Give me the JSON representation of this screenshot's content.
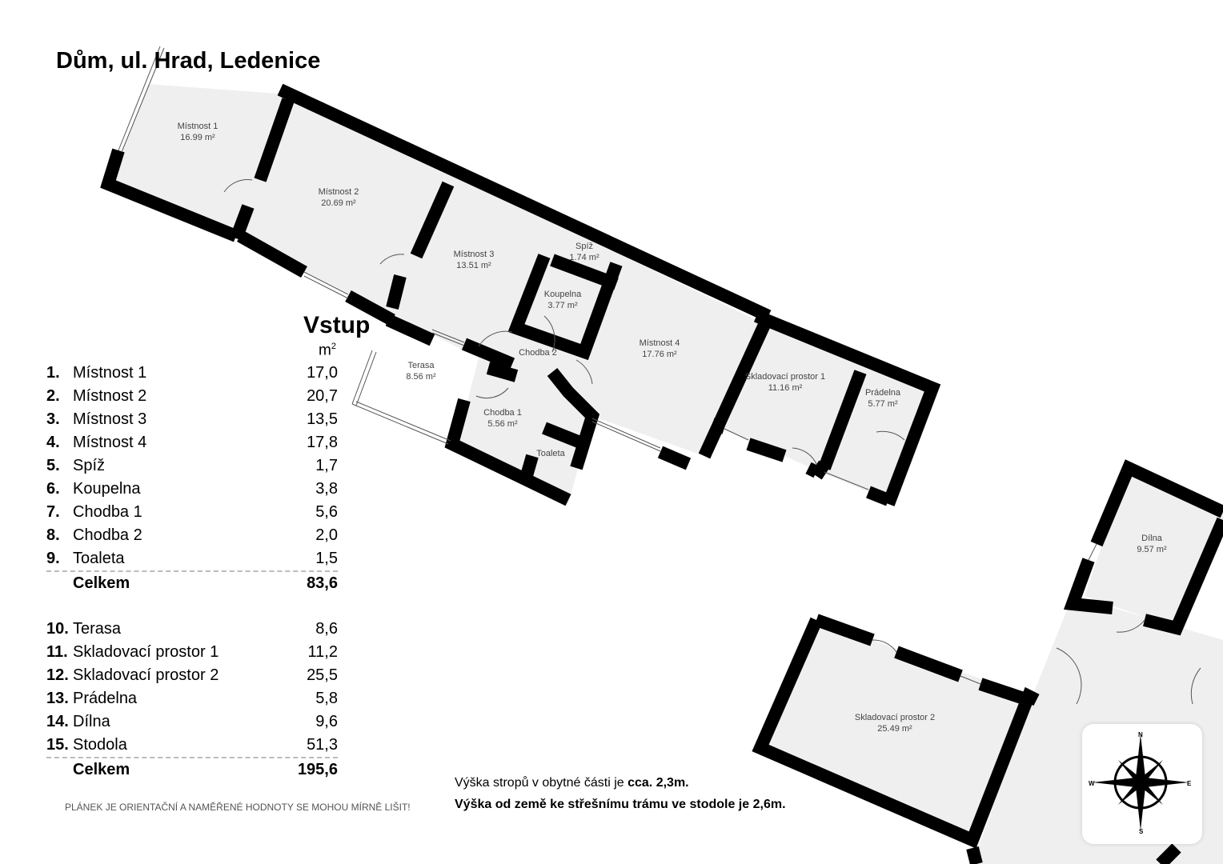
{
  "title": "Dům, ul. Hrad, Ledenice",
  "entrance_label": "Vstup",
  "unit": "m",
  "unit_sup": "2",
  "rooms_living": [
    {
      "n": "1.",
      "label": "Místnost 1",
      "value": "17,0"
    },
    {
      "n": "2.",
      "label": "Místnost 2",
      "value": "20,7"
    },
    {
      "n": "3.",
      "label": "Místnost 3",
      "value": "13,5"
    },
    {
      "n": "4.",
      "label": "Místnost 4",
      "value": "17,8"
    },
    {
      "n": "5.",
      "label": "Spíž",
      "value": "1,7"
    },
    {
      "n": "6.",
      "label": "Koupelna",
      "value": "3,8"
    },
    {
      "n": "7.",
      "label": "Chodba 1",
      "value": "5,6"
    },
    {
      "n": "8.",
      "label": "Chodba 2",
      "value": "2,0"
    },
    {
      "n": "9.",
      "label": "Toaleta",
      "value": "1,5"
    }
  ],
  "total_living": {
    "label": "Celkem",
    "value": "83,6"
  },
  "rooms_other": [
    {
      "n": "10.",
      "label": "Terasa",
      "value": "8,6"
    },
    {
      "n": "11.",
      "label": "Skladovací prostor 1",
      "value": "11,2"
    },
    {
      "n": "12.",
      "label": "Skladovací prostor 2",
      "value": "25,5"
    },
    {
      "n": "13.",
      "label": "Prádelna",
      "value": "5,8"
    },
    {
      "n": "14.",
      "label": "Dílna",
      "value": "9,6"
    },
    {
      "n": "15.",
      "label": "Stodola",
      "value": "51,3"
    }
  ],
  "total_all": {
    "label": "Celkem",
    "value": "195,6"
  },
  "disclaimer": "PLÁNEK JE ORIENTAČNÍ A NAMĚŘENÉ HODNOTY SE MOHOU MÍRNĚ LIŠIT!",
  "height_note_1": "Výška stropů v obytné části je ",
  "height_note_1_bold": "cca. 2,3m.",
  "height_note_2": "Výška od země ke střešnímu trámu ve stodole je 2,6m.",
  "plan_labels": [
    {
      "name": "Místnost 1",
      "area": "16.99 m²"
    },
    {
      "name": "Místnost 2",
      "area": "20.69 m²"
    },
    {
      "name": "Místnost 3",
      "area": "13.51 m²"
    },
    {
      "name": "Spíž",
      "area": "1.74 m²"
    },
    {
      "name": "Koupelna",
      "area": "3.77 m²"
    },
    {
      "name": "Místnost 4",
      "area": "17.76 m²"
    },
    {
      "name": "Terasa",
      "area": "8.56 m²"
    },
    {
      "name": "Chodba 2",
      "area": ""
    },
    {
      "name": "Chodba 1",
      "area": "5.56 m²"
    },
    {
      "name": "Toaleta",
      "area": ""
    },
    {
      "name": "Skladovací prostor 1",
      "area": "11.16 m²"
    },
    {
      "name": "Prádelna",
      "area": "5.77 m²"
    },
    {
      "name": "Dílna",
      "area": "9.57 m²"
    },
    {
      "name": "Skladovací prostor 2",
      "area": "25.49 m²"
    }
  ],
  "compass": {
    "n": "N",
    "e": "E",
    "s": "S",
    "w": "W"
  }
}
